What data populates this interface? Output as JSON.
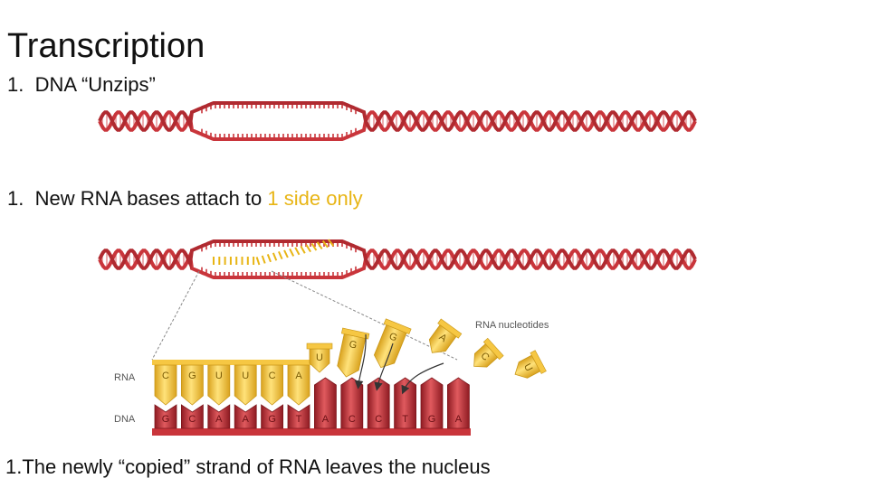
{
  "slide": {
    "title": "Transcription",
    "bullet1": {
      "number": "1.",
      "text": "DNA “Unzips”"
    },
    "bullet2": {
      "number": "1.",
      "text": "New RNA bases attach to",
      "highlight": "1 side only"
    },
    "bullet3": {
      "number": "1.",
      "text": "The newly “copied” strand of RNA leaves the nucleus"
    }
  },
  "diagram": {
    "rna_label": "RNA",
    "dna_label": "DNA",
    "nucleotides_label": "RNA  nucleotides",
    "rna_bases": [
      "C",
      "G",
      "U",
      "U",
      "C",
      "A"
    ],
    "dna_bases": [
      "G",
      "C",
      "A",
      "A",
      "G",
      "T",
      "A",
      "C",
      "C",
      "T",
      "G",
      "A"
    ],
    "free_nucleotides": [
      "U",
      "G",
      "G",
      "A",
      "C",
      "U"
    ]
  },
  "colors": {
    "dna_red": "#c9353b",
    "rna_yellow": "#f6c743",
    "highlight": "#e8b515"
  }
}
